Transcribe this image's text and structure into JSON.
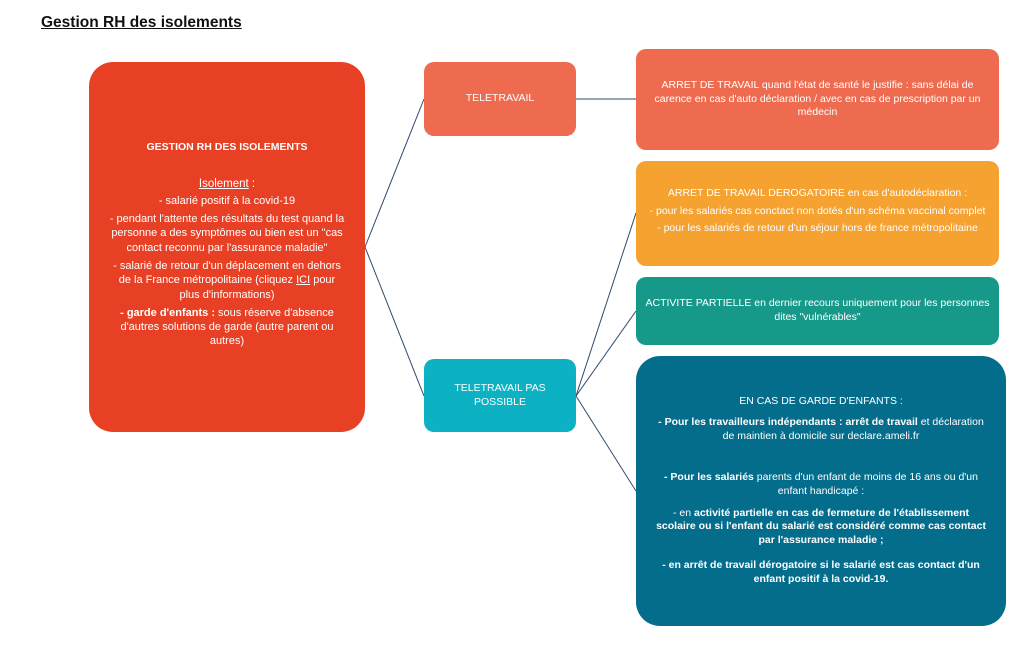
{
  "page_title": "Gestion RH des isolements",
  "main": {
    "heading": "GESTION RH DES ISOLEMENTS",
    "isolement_label": "Isolement",
    "isolement_suffix": " :",
    "items": [
      "- salarié positif à la covid-19",
      "- pendant l'attente des résultats du test quand la personne a des symptômes ou bien est un \"cas contact reconnu par l'assurance maladie\""
    ],
    "deplacement_pre": "- salarié de retour d'un déplacement en dehors de la France métropolitaine (cliquez ",
    "deplacement_link": "ICI",
    "deplacement_post": " pour plus d'informations)",
    "garde_bold": "- garde d'enfants :",
    "garde_rest": " sous réserve d'absence d'autres solutions de garde (autre parent ou autres)"
  },
  "teletravail": {
    "label": "TELETRAVAIL"
  },
  "teletravail_np": {
    "label": "TELETRAVAIL PAS POSSIBLE"
  },
  "arret": {
    "text": "ARRET DE TRAVAIL quand l'état de santé le justifie : sans délai de carence en cas d'auto déclaration / avec en cas de prescription par un médecin"
  },
  "derogatoire": {
    "title": "ARRET DE TRAVAIL DEROGATOIRE en cas d'autodéclaration :",
    "items": [
      "- pour les salariés cas conctact non dotés d'un schéma vaccinal complet",
      "- pour les salariés de retour d'un séjour hors de france métropolitaine"
    ]
  },
  "activite": {
    "text": "ACTIVITE PARTIELLE en dernier recours uniquement pour les personnes dites \"vulnérables\""
  },
  "garde": {
    "title": "EN CAS DE GARDE D'ENFANTS :",
    "independants_bold": "- Pour les travailleurs indépendants : arrêt de travail",
    "independants_rest": " et déclaration de maintien à domicile sur declare.ameli.fr",
    "salaries_bold": "- Pour les salariés",
    "salaries_rest": " parents d'un enfant de moins de 16 ans ou d'un enfant handicapé :",
    "activite_pre": "- en ",
    "activite_bold": "activité partielle en cas de fermeture de l'établissement scolaire ou si l'enfant du salarié est considéré comme cas contact par l'assurance maladie ;",
    "arret_text": "- en arrêt de travail dérogatoire si le salarié est cas contact d'un enfant positif à la covid-19."
  },
  "colors": {
    "main": "#e84025",
    "teletravail": "#ef6b4f",
    "teletravail_np": "#0cb1c3",
    "arret": "#ef6b4f",
    "derogatoire": "#f5a231",
    "activite": "#17998a",
    "garde": "#046d8c",
    "connector": "#2e4a6e"
  }
}
